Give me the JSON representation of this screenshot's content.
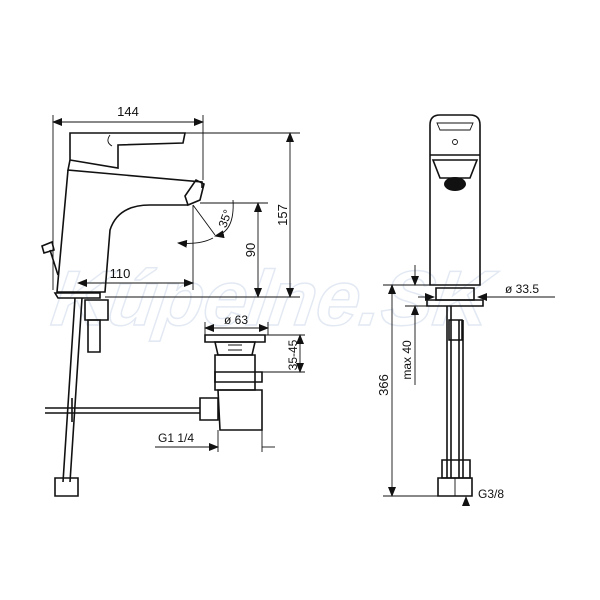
{
  "watermark": "Kúpelne.SK",
  "side_view": {
    "dims": {
      "overall_length": "144",
      "overall_height": "157",
      "spout_angle": "35°",
      "spout_height": "90",
      "spout_reach": "110"
    }
  },
  "waste_fitting": {
    "dims": {
      "diameter": "ø 63",
      "thickness_range": "35-45",
      "thread": "G1 1/4"
    }
  },
  "front_view": {
    "dims": {
      "base_diameter": "ø 33.5",
      "max_deck": "max 40",
      "total_length": "366",
      "connection_thread": "G3/8"
    }
  }
}
